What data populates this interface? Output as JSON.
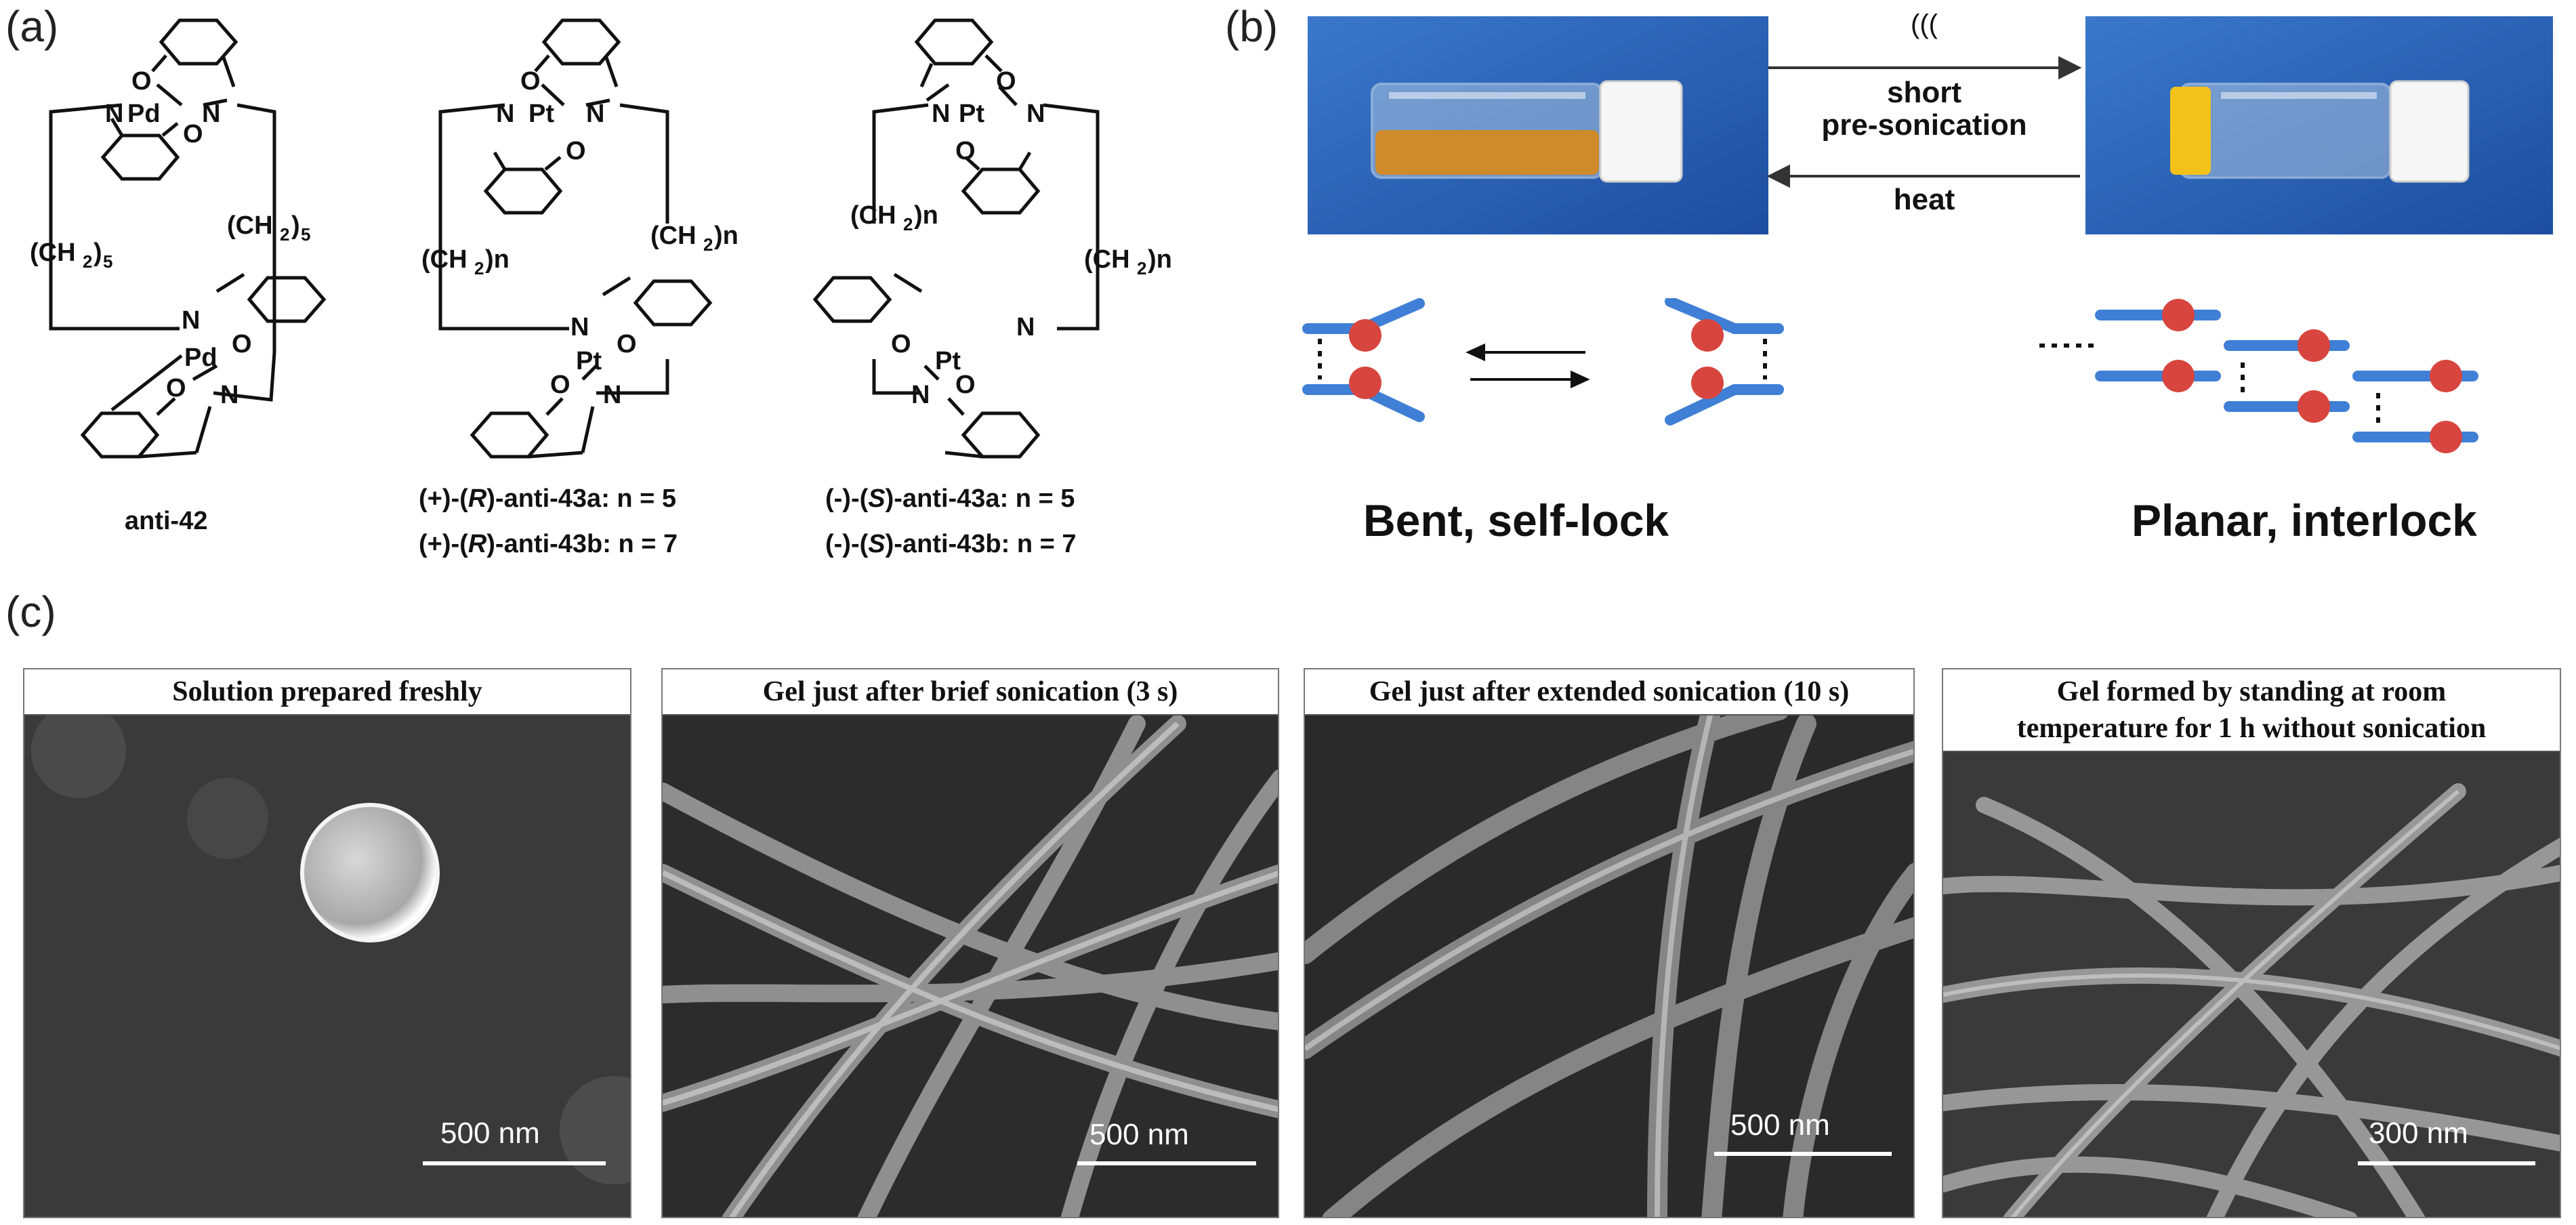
{
  "panels": {
    "a": "(a)",
    "b": "(b)",
    "c": "(c)"
  },
  "panel_a": {
    "compounds": [
      {
        "name": "anti-42"
      },
      {
        "line1_prefix": "(+)-(",
        "line1_config": "R",
        "line1_suffix": ")-anti-43a: n = 5",
        "line2_prefix": "(+)-(",
        "line2_config": "R",
        "line2_suffix": ")-anti-43b: n = 7"
      },
      {
        "line1_prefix": "(-)-(",
        "line1_config": "S",
        "line1_suffix": ")-anti-43a: n = 5",
        "line2_prefix": "(-)-(",
        "line2_config": "S",
        "line2_suffix": ")-anti-43b: n = 7"
      }
    ],
    "atoms": {
      "metal1": "Pd",
      "metal2": "Pt",
      "N": "N",
      "O": "O",
      "chain_fixed": "(CH",
      "sub2": "2",
      "sub5": "5",
      "chain_n_close": ")n",
      "close_paren": ")"
    }
  },
  "panel_b": {
    "forward_label_1": "short",
    "forward_label_2": "pre-sonication",
    "reverse_label": "heat",
    "sonication_symbol": "(((",
    "left_state": "Bent, self-lock",
    "right_state": "Planar, interlock",
    "colors": {
      "photo_bg": "#2f66b8",
      "rod": "#3f7fd6",
      "sphere": "#d8453f",
      "liquid": "#d98a1a",
      "gel": "#f3c21a"
    }
  },
  "panel_c": {
    "images": [
      {
        "title": "Solution prepared freshly",
        "scale": "500 nm"
      },
      {
        "title": "Gel just after brief sonication (3 s)",
        "scale": "500 nm"
      },
      {
        "title": "Gel just after extended sonication (10 s)",
        "scale": "500 nm"
      },
      {
        "title_1": "Gel formed by standing at room",
        "title_2": "temperature for 1 h without sonication",
        "scale": "300 nm"
      }
    ]
  }
}
